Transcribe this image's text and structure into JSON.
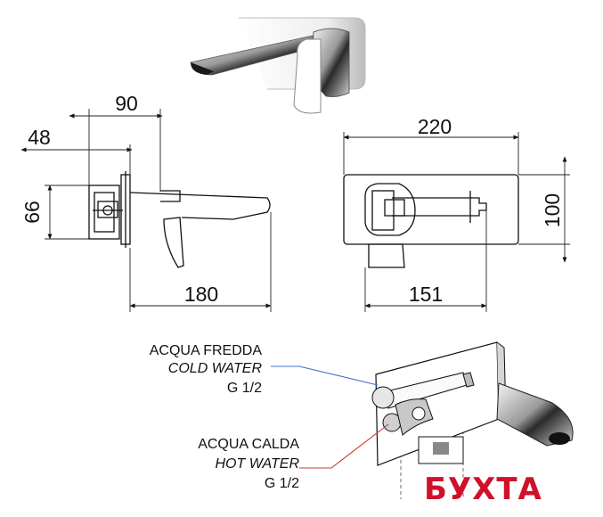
{
  "dimensions": {
    "depth_total": "90",
    "depth_body": "48",
    "inlet_height": "66",
    "spout_length": "180",
    "plate_width": "220",
    "plate_height": "100",
    "spout_projection": "151"
  },
  "inlets": {
    "cold": {
      "label_it": "ACQUA FREDDA",
      "label_en": "COLD WATER",
      "thread": "G 1/2",
      "leader_color": "#3d6fcf"
    },
    "hot": {
      "label_it": "ACQUA CALDA",
      "label_en": "HOT WATER",
      "thread": "G 1/2",
      "leader_color": "#c8382e"
    }
  },
  "watermark": {
    "text": "БУХТА",
    "color": "#d0112b"
  }
}
